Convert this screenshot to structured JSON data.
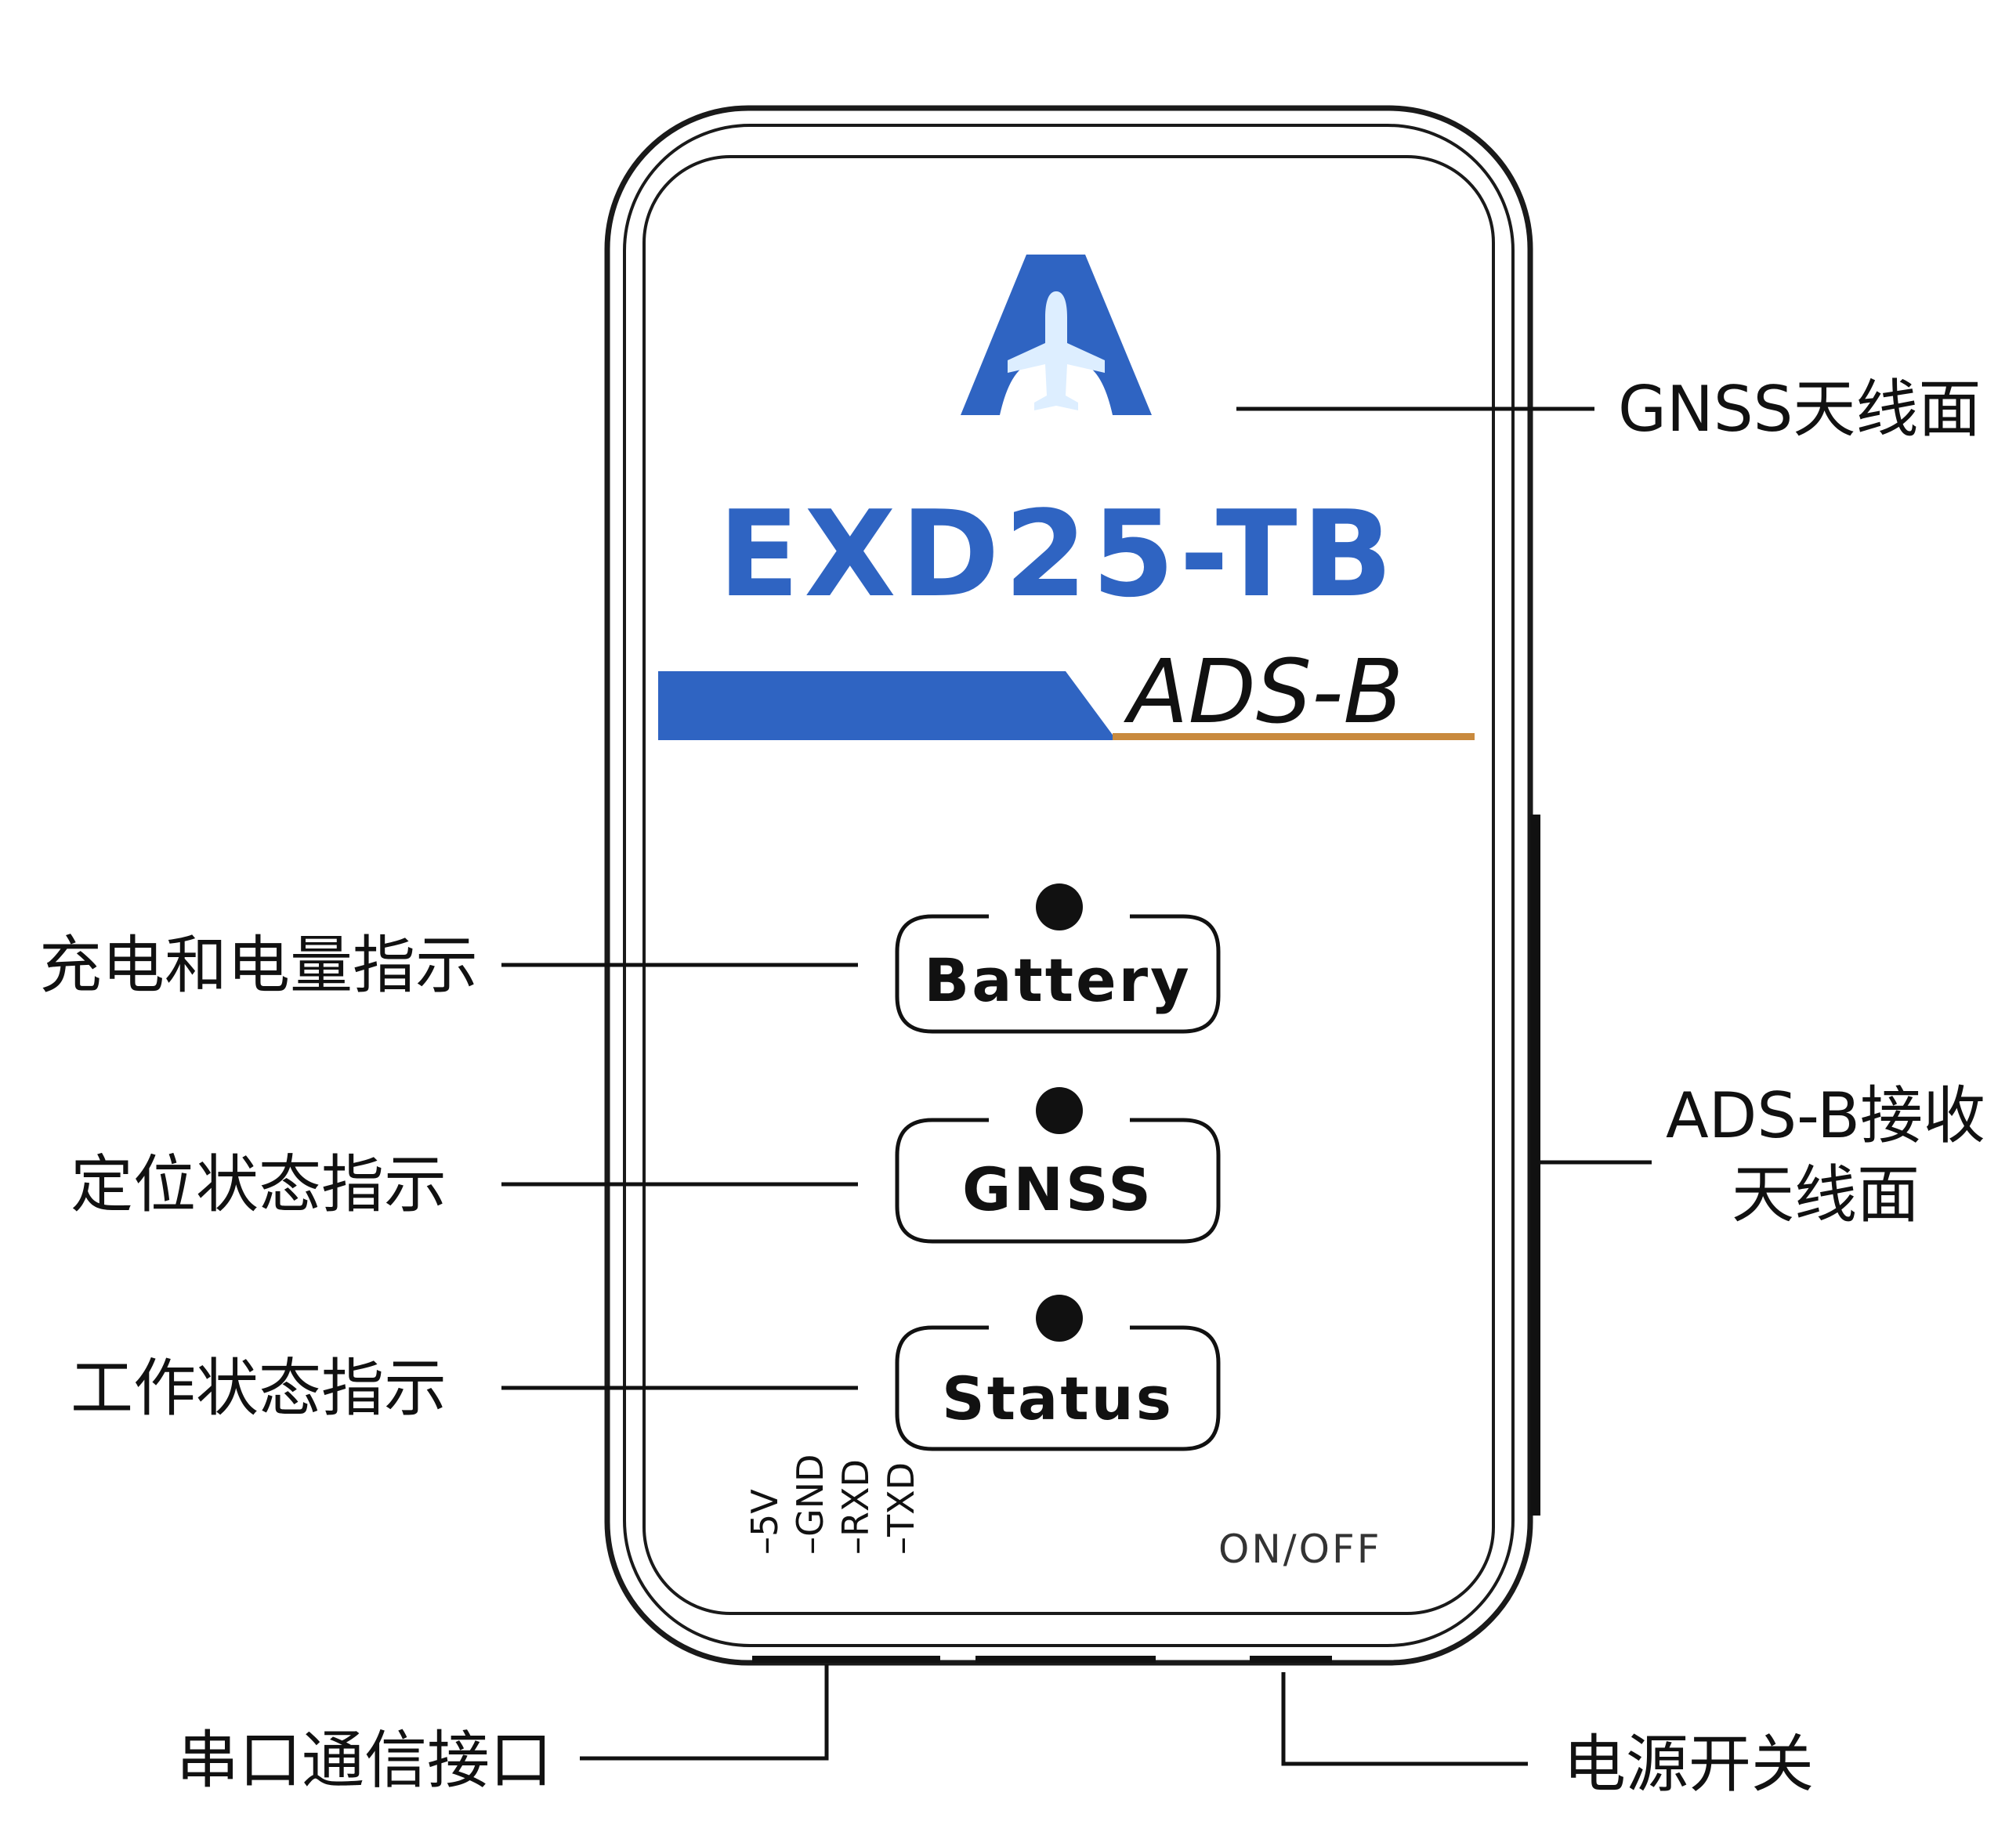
{
  "device": {
    "model": "EXD25-TB",
    "band_label": "ADS-B",
    "logo": "aircraft-a-logo-icon",
    "brand_color": "#2f64c2",
    "band_accent_color": "#c98a3e"
  },
  "indicators": [
    {
      "label": "Battery"
    },
    {
      "label": "GNSS"
    },
    {
      "label": "Status"
    }
  ],
  "serial_pins": [
    "5V",
    "GND",
    "RXD",
    "TXD"
  ],
  "power_switch_label": "ON/OFF",
  "callouts": {
    "gnss_antenna": "GNSS天线面",
    "battery_indicator": "充电和电量指示",
    "positioning_indicator": "定位状态指示",
    "work_indicator": "工作状态指示",
    "adsb_antenna_line1": "ADS-B接收",
    "adsb_antenna_line2": "天线面",
    "serial_port": "串口通信接口",
    "power_switch": "电源开关"
  }
}
